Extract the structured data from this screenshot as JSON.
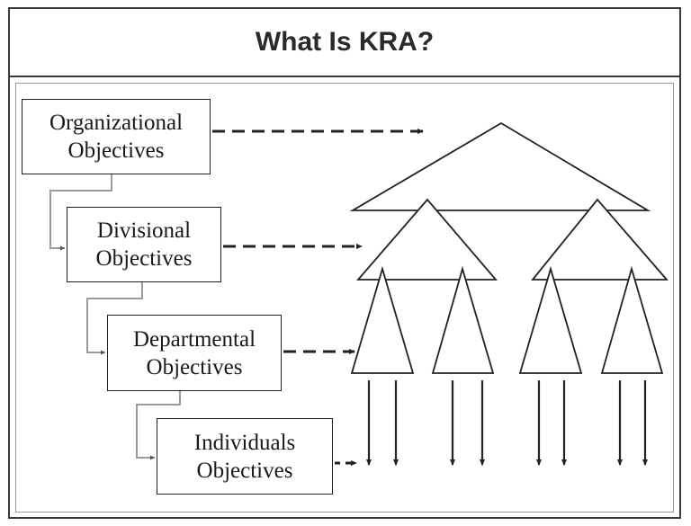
{
  "title": "What Is KRA?",
  "levels": [
    {
      "line1": "Organizational",
      "line2": "Objectives"
    },
    {
      "line1": "Divisional",
      "line2": "Objectives"
    },
    {
      "line1": "Departmental",
      "line2": "Objectives"
    },
    {
      "line1": "Individuals",
      "line2": "Objectives"
    }
  ],
  "colors": {
    "line": "#222222",
    "connector": "#999999",
    "frame": "#3a3a3a"
  }
}
